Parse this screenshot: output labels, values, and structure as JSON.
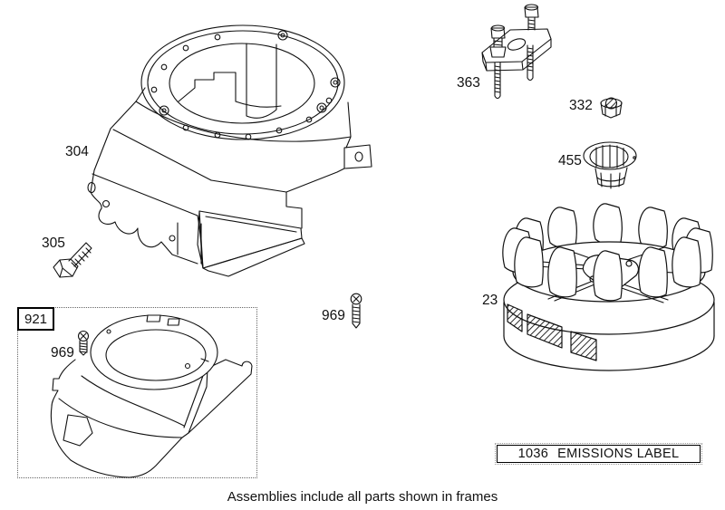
{
  "diagram": {
    "caption": "Assemblies include all parts shown in frames",
    "callouts": {
      "blower_housing": "304",
      "housing_bolt": "305",
      "flywheel_puller": "363",
      "flywheel_nut": "332",
      "starter_cup": "455",
      "flywheel": "23",
      "screw": "969",
      "frame_screw": "969"
    },
    "frames": {
      "assembly": {
        "number": "921"
      },
      "emissions": {
        "number": "1036",
        "label": "EMISSIONS LABEL"
      }
    },
    "line_color": "#111111",
    "background_color": "#ffffff"
  }
}
